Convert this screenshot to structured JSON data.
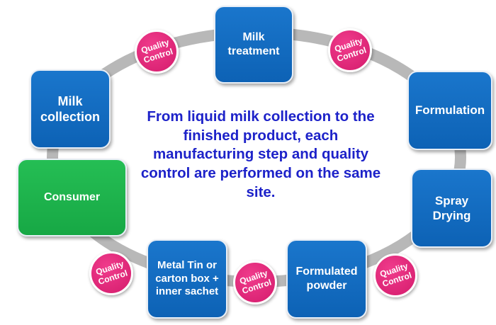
{
  "steps": {
    "milk_treatment": "Milk treatment",
    "formulation": "Formulation",
    "spray_drying": "Spray Drying",
    "formulated_powder": "Formulated powder",
    "packaging": "Metal Tin or carton box + inner sachet",
    "consumer": "Consumer",
    "milk_collection": "Milk collection"
  },
  "quality_control_label": "Quality\nControl",
  "center_text": "From liquid milk collection to the finished product, each manufacturing step and quality control are performed on the same site.",
  "colors": {
    "step_blue": "#1068bd",
    "consumer_green": "#1cb34c",
    "quality_pink": "#e0267a",
    "center_text_blue": "#1d22c9",
    "ring_gray": "#b8b8b8"
  }
}
